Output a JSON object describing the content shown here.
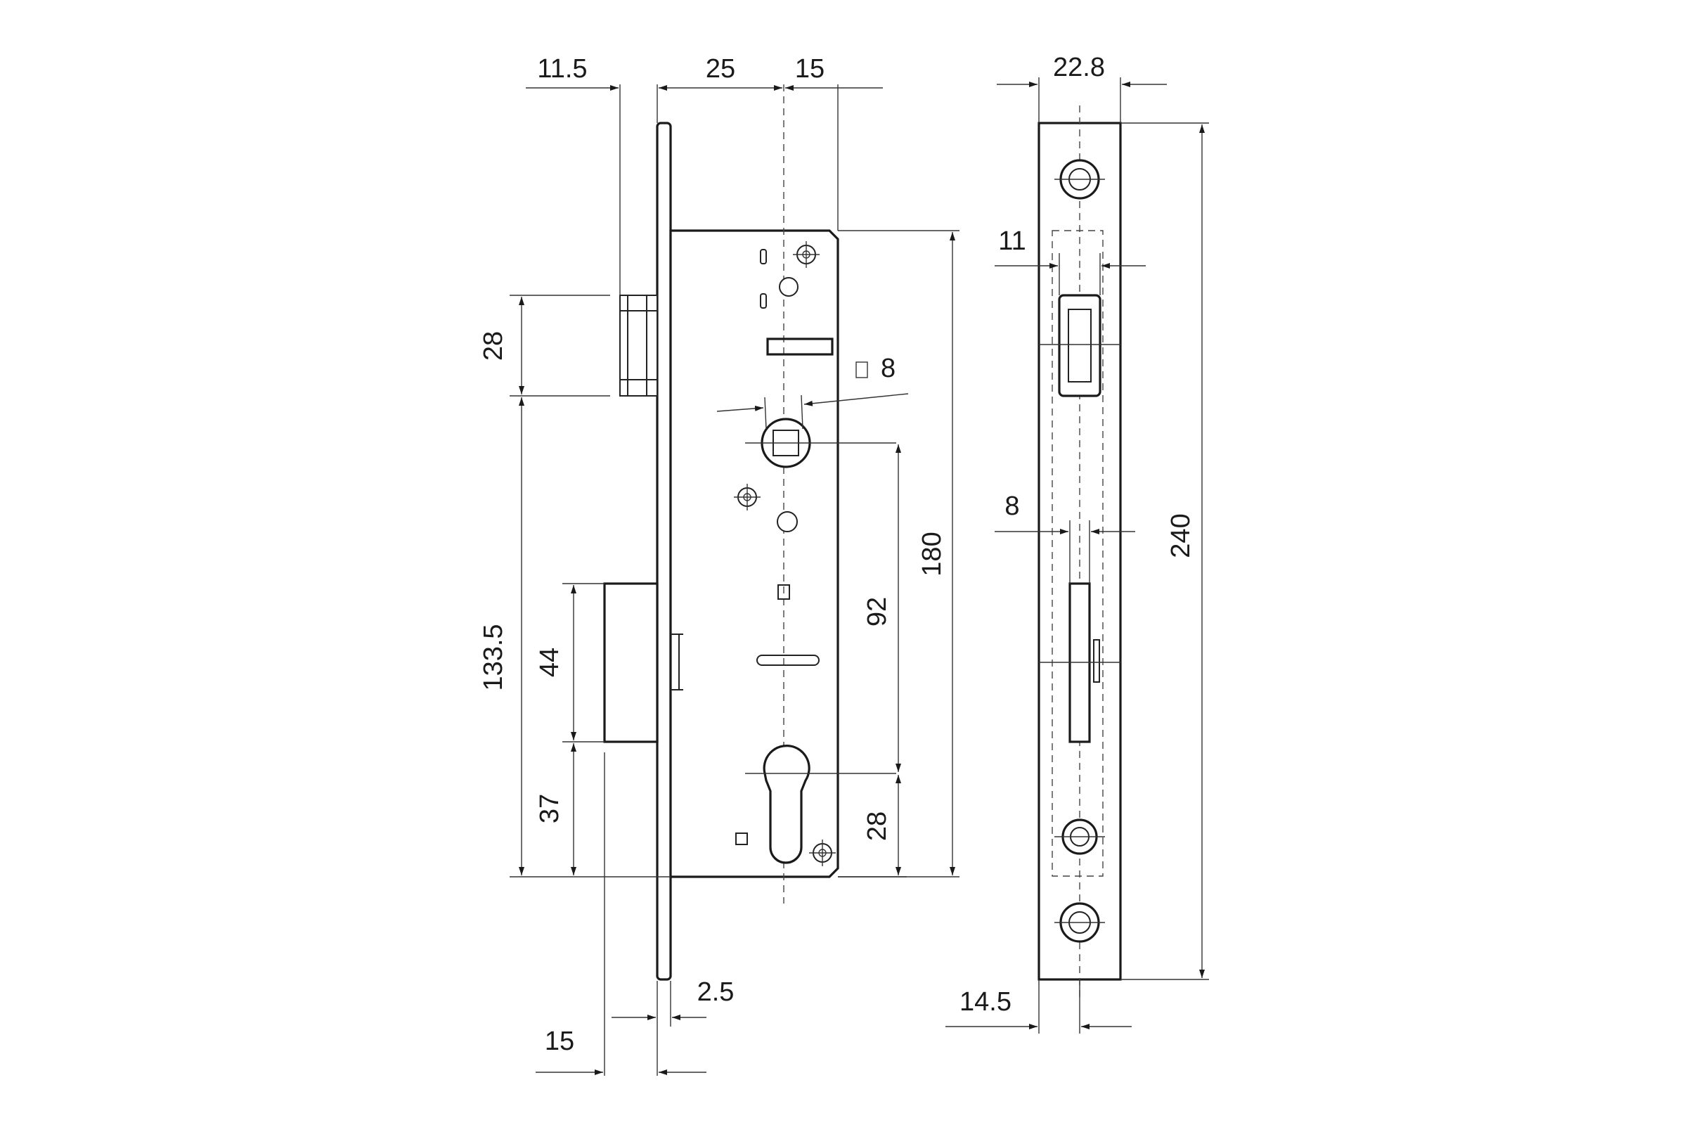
{
  "colors": {
    "line": "#1a1a1a",
    "background": "#ffffff"
  },
  "icons": {
    "square_symbol": "square-outline-icon"
  },
  "front_view": {
    "top": {
      "backset_bolt": "11.5",
      "case_to_spindle": "25",
      "spindle_to_edge": "15"
    },
    "left": {
      "latch": "28",
      "latch_to_cylinder": "133.5",
      "deadbolt": "44",
      "deadbolt_to_bottom": "37"
    },
    "right": {
      "spindle": "8",
      "spindle_to_cylinder": "92",
      "case_height": "180",
      "cylinder_to_bottom": "28"
    },
    "bottom": {
      "faceplate_thickness": "2.5",
      "backset": "15"
    }
  },
  "side_view": {
    "faceplate_width": "22.8",
    "latch_width": "11",
    "bolt_width": "8",
    "faceplate_height": "240",
    "hole_offset": "14.5"
  }
}
